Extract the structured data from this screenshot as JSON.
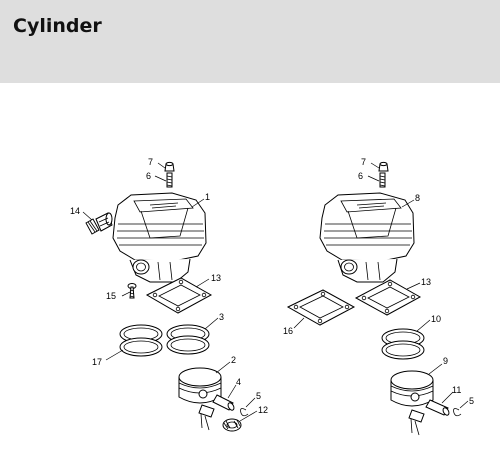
{
  "header": {
    "title": "Cylinder"
  },
  "callouts": {
    "c1": "1",
    "c2": "2",
    "c3": "3",
    "c4": "4",
    "c5a": "5",
    "c5b": "5",
    "c6a": "6",
    "c6b": "6",
    "c7a": "7",
    "c7b": "7",
    "c8": "8",
    "c9": "9",
    "c10": "10",
    "c11": "11",
    "c12": "12",
    "c13a": "13",
    "c13b": "13",
    "c14": "14",
    "c15": "15",
    "c16": "16",
    "c17": "17"
  },
  "colors": {
    "header_bg": "#dedede",
    "line": "#000000",
    "background": "#ffffff"
  }
}
